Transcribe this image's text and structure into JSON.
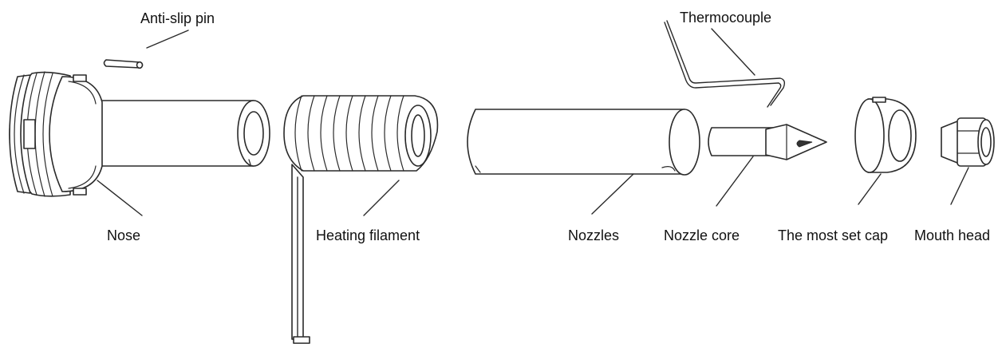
{
  "diagram": {
    "labels": {
      "anti_slip_pin": "Anti-slip pin",
      "thermocouple": "Thermocouple",
      "nose": "Nose",
      "heating_filament": "Heating filament",
      "nozzles": "Nozzles",
      "nozzle_core": "Nozzle core",
      "set_cap": "The most set cap",
      "mouth_head": "Mouth head"
    }
  }
}
